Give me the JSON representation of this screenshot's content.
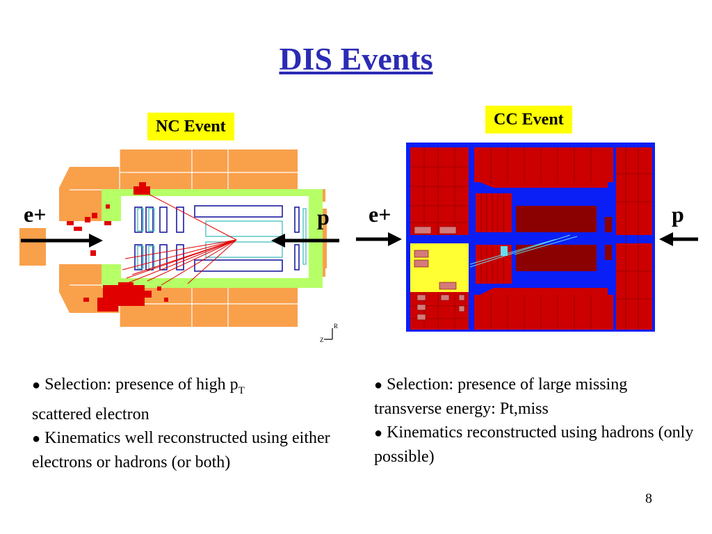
{
  "slide": {
    "title": "DIS Events",
    "page_number": "8"
  },
  "nc": {
    "tag": "NC Event",
    "left_beam": "e+",
    "right_beam": "p",
    "axis_r": "R",
    "axis_z": "Z",
    "bullet1_a": "Selection: presence of high p",
    "bullet1_sub": "T",
    "bullet1_b": "scattered electron",
    "bullet2": "Kinematics well reconstructed using either electrons or hadrons (or both)"
  },
  "cc": {
    "tag": "CC Event",
    "left_beam": "e+",
    "right_beam": "p",
    "bullet1": "Selection: presence of large missing transverse energy: Pt,miss",
    "bullet2": "Kinematics reconstructed using hadrons (only possible)"
  },
  "colors": {
    "title": "#2b2bb5",
    "tag_bg": "#ffff00",
    "calo_orange": "#f9a04b",
    "tracker_green": "#b6ff66",
    "hit_red": "#e00000",
    "cc_blue": "#0a1ff5",
    "cc_red": "#cc0000",
    "cc_yellow": "#ffff33"
  }
}
